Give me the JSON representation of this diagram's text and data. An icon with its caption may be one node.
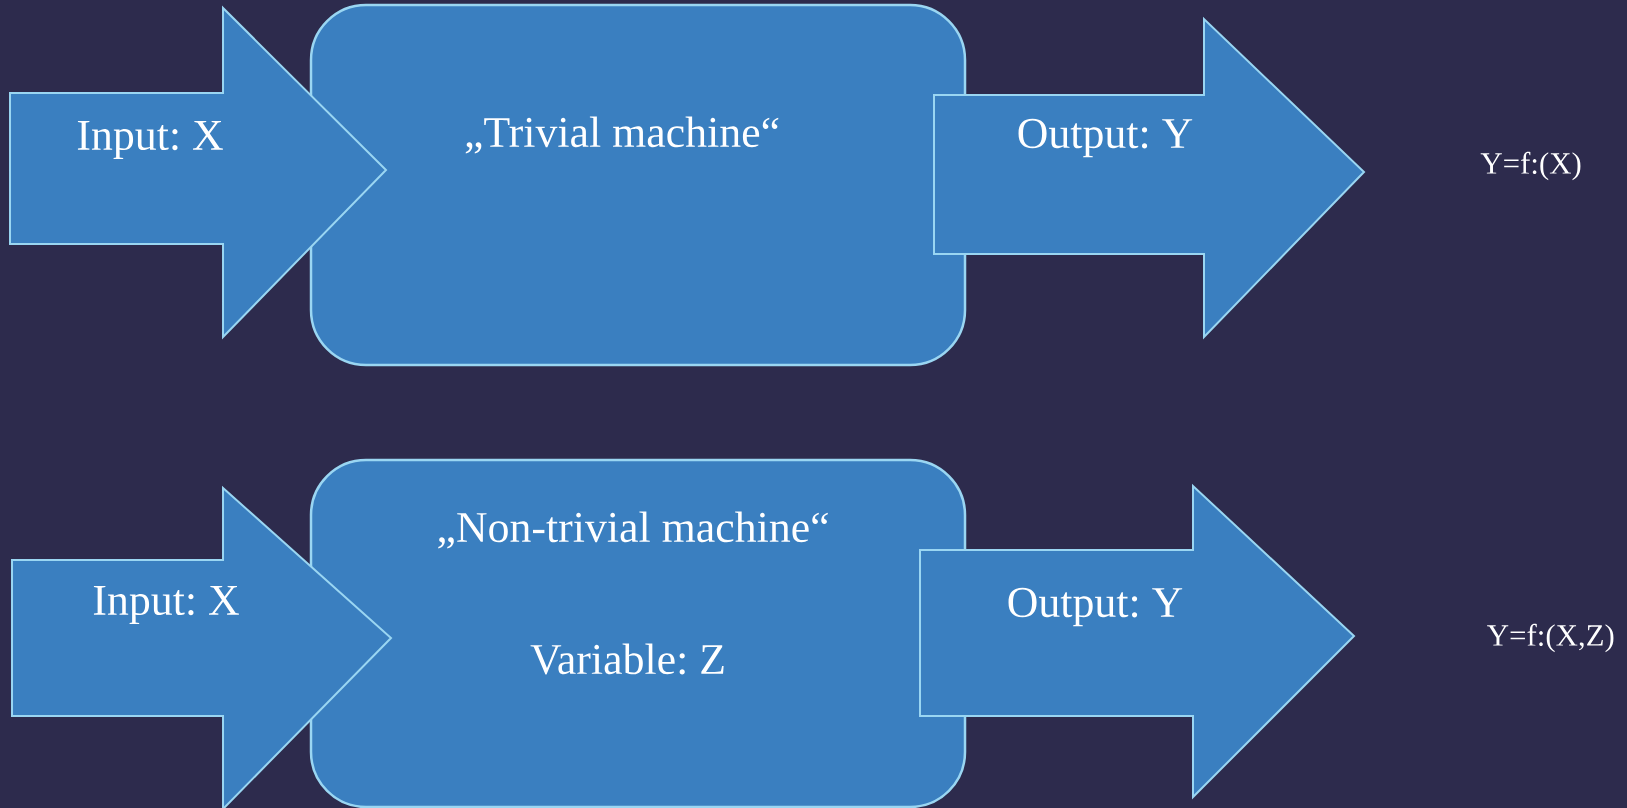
{
  "diagram": {
    "nodes": [
      {
        "text": [
          "Input: X"
        ]
      },
      {
        "text": [
          "„Trivial machine“"
        ]
      },
      {
        "text": [
          "Output: Y"
        ]
      },
      {
        "text": [
          "Input: X"
        ]
      },
      {
        "text": [
          "„Non-trivial machine“",
          "Variable: Z"
        ]
      },
      {
        "text": [
          "Output: Y"
        ]
      }
    ],
    "labels": [
      "Y=f:(X)",
      "Y=f:(X,Z)"
    ]
  }
}
